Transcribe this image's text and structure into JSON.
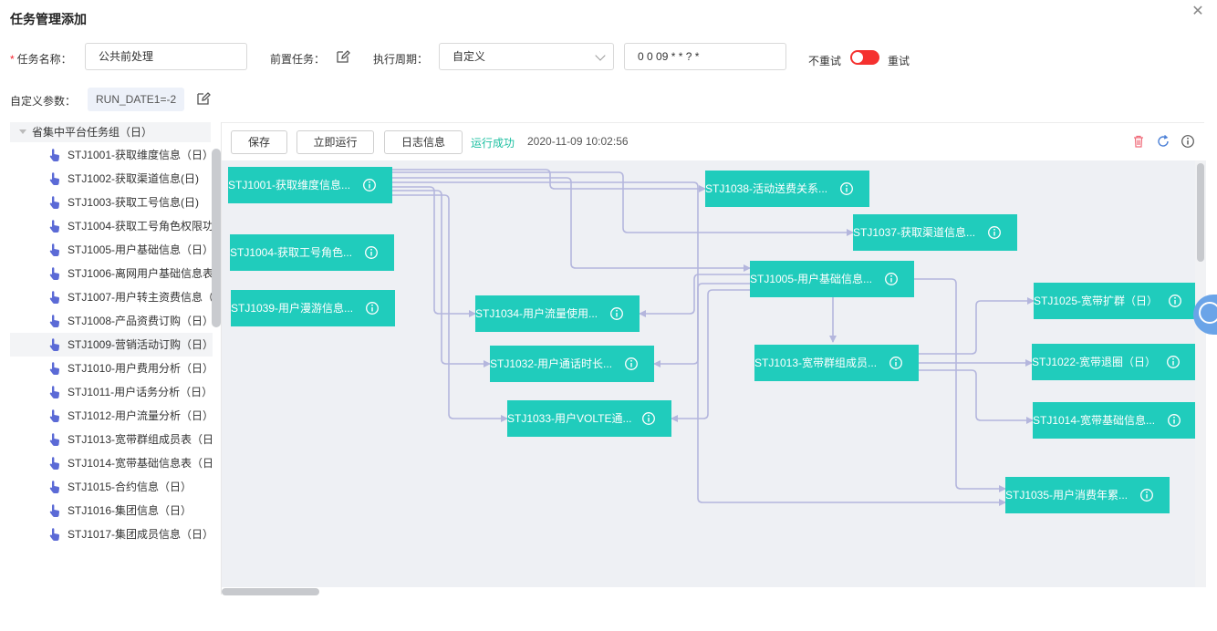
{
  "dialog": {
    "title": "任务管理添加"
  },
  "form": {
    "task_name_label": "任务名称：",
    "task_name_required": "*",
    "task_name_value": "公共前处理",
    "pre_task_label": "前置任务：",
    "cycle_label": "执行周期：",
    "cycle_value": "自定义",
    "cron_value": "0 0 09 * * ? *",
    "no_retry_label": "不重试",
    "retry_label": "重试",
    "custom_param_label": "自定义参数：",
    "custom_param_value": "RUN_DATE1=-2"
  },
  "tree": {
    "root_label": "省集中平台任务组（日）",
    "items": [
      "STJ1001-获取维度信息（日）",
      "STJ1002-获取渠道信息(日)",
      "STJ1003-获取工号信息(日)",
      "STJ1004-获取工号角色权限功",
      "STJ1005-用户基础信息（日）",
      "STJ1006-离网用户基础信息表",
      "STJ1007-用户转主资费信息（",
      "STJ1008-产品资费订购（日）",
      "STJ1009-营销活动订购（日）",
      "STJ1010-用户费用分析（日）",
      "STJ1011-用户话务分析（日）",
      "STJ1012-用户流量分析（日）",
      "STJ1013-宽带群组成员表（日",
      "STJ1014-宽带基础信息表（日",
      "STJ1015-合约信息（日）",
      "STJ1016-集团信息（日）",
      "STJ1017-集团成员信息（日）"
    ]
  },
  "toolbar": {
    "save": "保存",
    "run_now": "立即运行",
    "log": "日志信息",
    "status": "运行成功",
    "time": "2020-11-09 10:02:56"
  },
  "nodes": [
    "STJ1001-获取维度信息...",
    "STJ1004-获取工号角色...",
    "STJ1039-用户漫游信息...",
    "STJ1038-活动送费关系...",
    "STJ1037-获取渠道信息...",
    "STJ1005-用户基础信息...",
    "STJ1034-用户流量使用...",
    "STJ1032-用户通话时长...",
    "STJ1033-用户VOLTE通...",
    "STJ1013-宽带群组成员...",
    "STJ1025-宽带扩群（日）",
    "STJ1022-宽带退圈（日）",
    "STJ1014-宽带基础信息...",
    "STJ1035-用户消费年累..."
  ],
  "colors": {
    "node": "#20ccbc",
    "edge": "#b4b6dd",
    "status": "#1bbfa0",
    "switch": "#f5312f"
  }
}
